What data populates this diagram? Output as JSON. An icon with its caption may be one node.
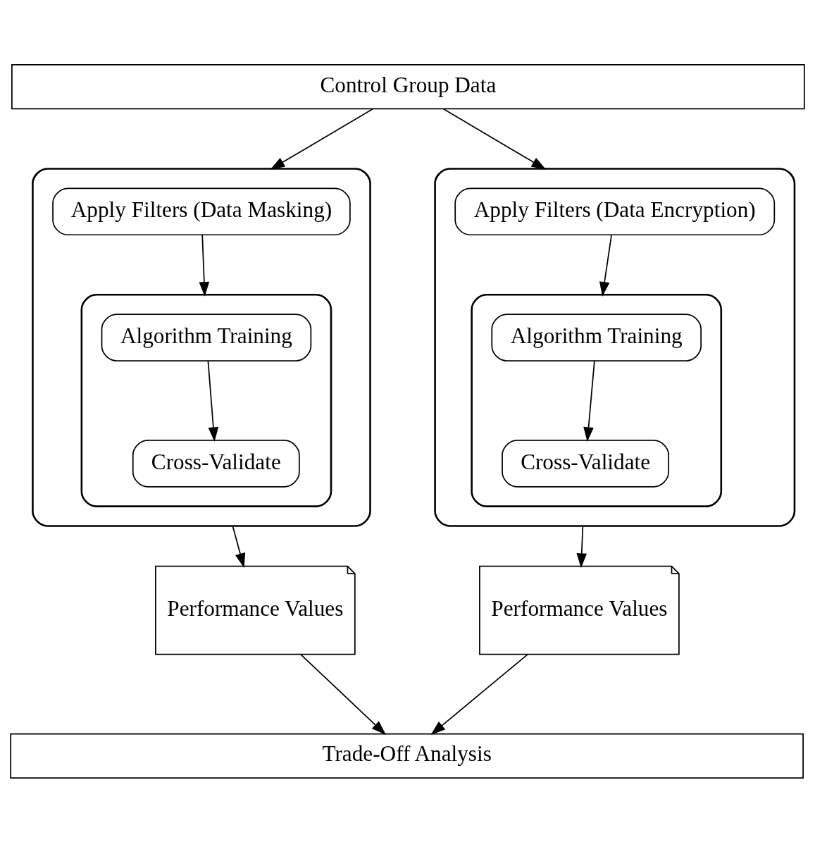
{
  "diagram": {
    "nodes": [
      {
        "text": [
          "Control Group Data"
        ]
      },
      {
        "text": [],
        "shape": "box"
      },
      {
        "text": [
          "Apply Filters (Data Masking)"
        ],
        "in": 1
      },
      {
        "text": [],
        "shape": "box",
        "in": 1
      },
      {
        "text": [
          "Algorithm Training"
        ],
        "in": 3
      },
      {
        "text": [
          "Cross-Validate"
        ],
        "in": 3
      },
      {
        "text": [
          "Performance Values"
        ]
      },
      {
        "text": [],
        "shape": "box"
      },
      {
        "text": [
          "Apply Filters (Data Encryption)"
        ],
        "in": 7
      },
      {
        "text": [],
        "shape": "box",
        "in": 7
      },
      {
        "text": [
          "Algorithm Training"
        ],
        "in": 9
      },
      {
        "text": [
          "Cross-Validate"
        ],
        "in": 9
      },
      {
        "text": [
          "Performance Values"
        ]
      },
      {
        "text": [
          "Trade-Off Analysis"
        ]
      }
    ],
    "edges": [
      {
        "from": 0,
        "to": 1,
        "arrow": "to"
      },
      {
        "from": 2,
        "to": 3,
        "arrow": "to"
      },
      {
        "from": 4,
        "to": 5,
        "arrow": "to"
      },
      {
        "from": 1,
        "to": 6,
        "arrow": "to"
      },
      {
        "from": 6,
        "to": 13,
        "arrow": "to"
      },
      {
        "from": 0,
        "to": 7,
        "arrow": "to"
      },
      {
        "from": 8,
        "to": 9,
        "arrow": "to"
      },
      {
        "from": 10,
        "to": 11,
        "arrow": "to"
      },
      {
        "from": 7,
        "to": 12,
        "arrow": "to"
      },
      {
        "from": 12,
        "to": 13,
        "arrow": "to"
      }
    ]
  }
}
